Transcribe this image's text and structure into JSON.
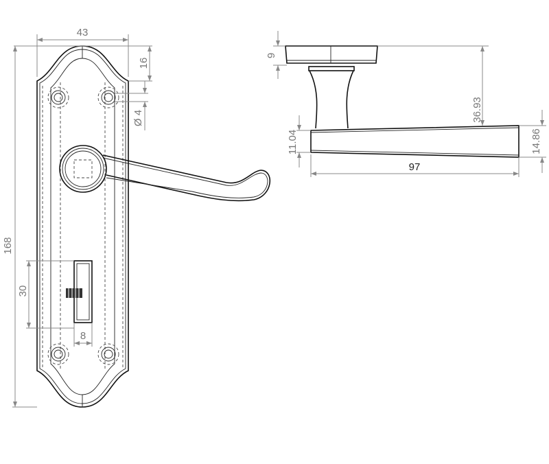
{
  "front_view": {
    "dimensions": {
      "width": "43",
      "top_to_hole": "16",
      "hole_diameter": "Ø 4",
      "height": "168",
      "keyhole_height": "30",
      "keyhole_width": "8"
    }
  },
  "side_view": {
    "dimensions": {
      "rose_thickness": "9",
      "projection": "36.93",
      "lever_height_root": "11.04",
      "lever_height_tip": "14.86",
      "lever_length": "97"
    }
  }
}
